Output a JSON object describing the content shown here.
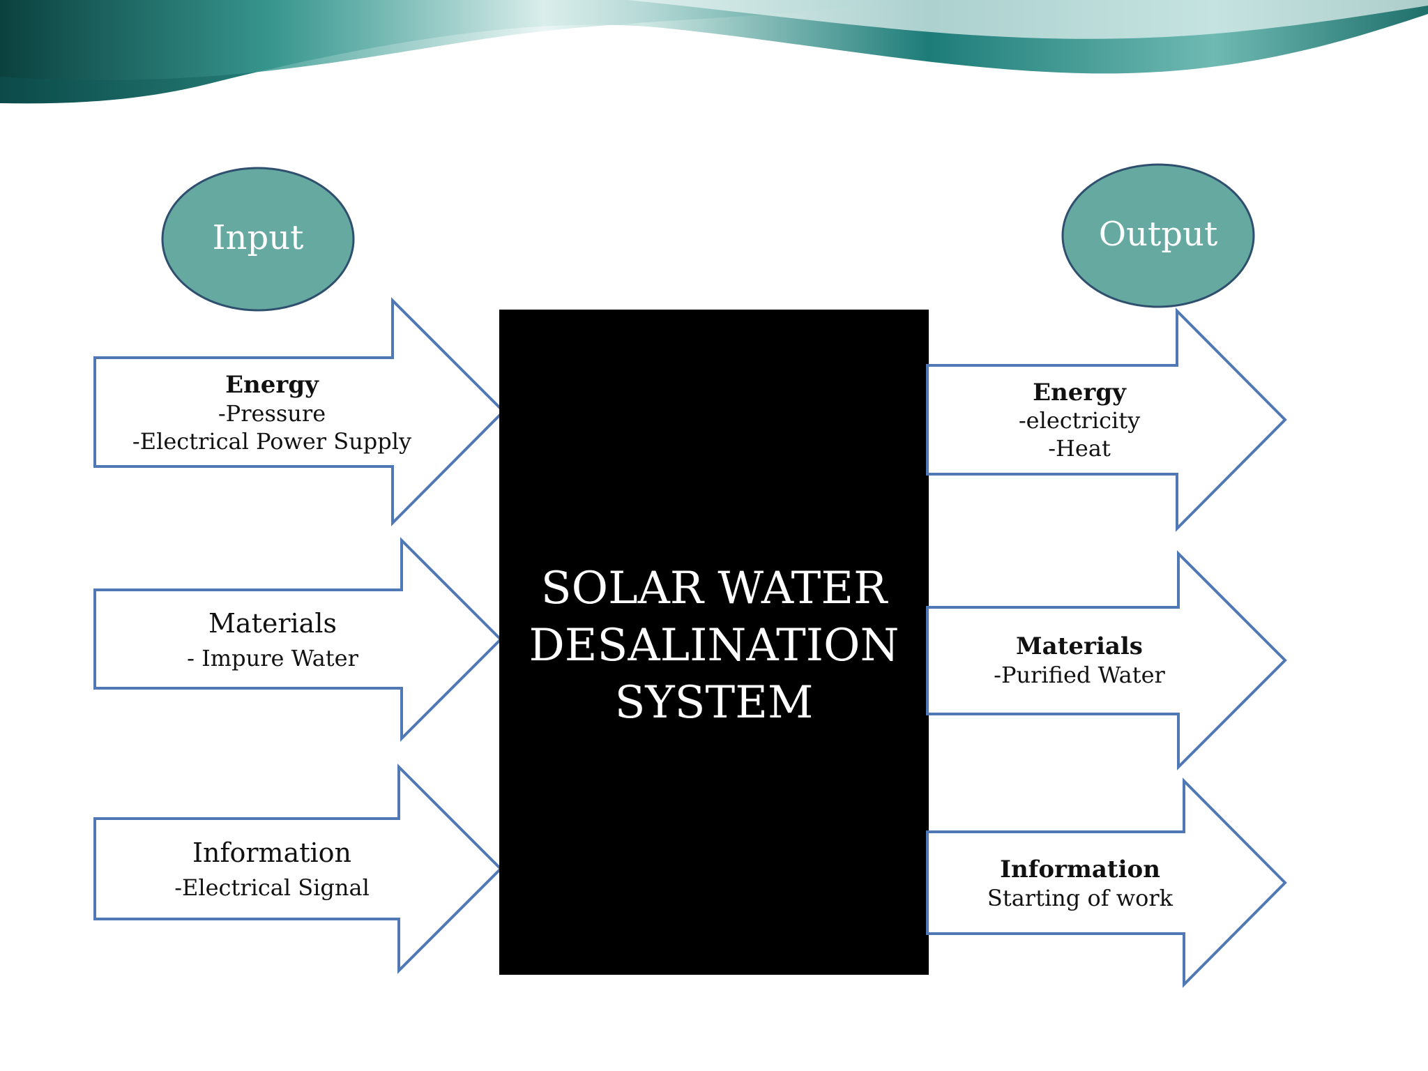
{
  "colors": {
    "ellipse_fill": "#66a9a1",
    "ellipse_stroke": "#2f4f6e",
    "arrow_stroke": "#4f78b5",
    "center_fill": "#000000",
    "wave_dark": "#0b4a48",
    "wave_mid": "#1d7c78",
    "wave_light": "#7bc3bc"
  },
  "input": {
    "heading": "Input",
    "items": [
      {
        "title": "Energy",
        "title_bold": true,
        "lines": [
          "-Pressure",
          "-Electrical Power Supply"
        ]
      },
      {
        "title": "Materials",
        "title_bold": false,
        "lines": [
          "- Impure Water"
        ]
      },
      {
        "title": "Information",
        "title_bold": false,
        "lines": [
          "-Electrical Signal"
        ]
      }
    ]
  },
  "system": {
    "lines": [
      "SOLAR WATER",
      "DESALINATION",
      "SYSTEM"
    ]
  },
  "output": {
    "heading": "Output",
    "items": [
      {
        "title": "Energy",
        "title_bold": true,
        "lines": [
          "-electricity",
          "-Heat"
        ]
      },
      {
        "title": "Materials",
        "title_bold": true,
        "lines": [
          "-Purified Water"
        ]
      },
      {
        "title": "Information",
        "title_bold": true,
        "lines": [
          "Starting of work"
        ]
      }
    ]
  }
}
